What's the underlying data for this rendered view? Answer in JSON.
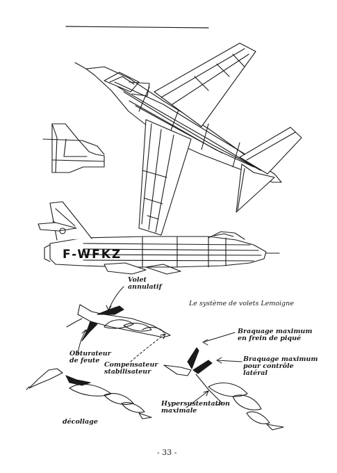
{
  "figure": {
    "registration": "F-WFKZ"
  },
  "labels": {
    "title": "Le système de volets Lemoigne",
    "volet_line1": "Volet",
    "volet_line2": "annulatif",
    "obturateur_line1": "Obturateur",
    "obturateur_line2": "de feute",
    "compensateur_line1": "Compensateur",
    "compensateur_line2": "stabilisateur",
    "braquage_frein_line1": "Braquage maximum",
    "braquage_frein_line2": "en frein de piqué",
    "braquage_lateral_line1": "Braquage maximum",
    "braquage_lateral_line2": "pour contrôle",
    "braquage_lateral_line3": "latéral",
    "hyper_line1": "Hypersustentation",
    "hyper_line2": "maximale",
    "decollage": "décollage"
  },
  "footer": {
    "page_number": "- 33 -"
  }
}
